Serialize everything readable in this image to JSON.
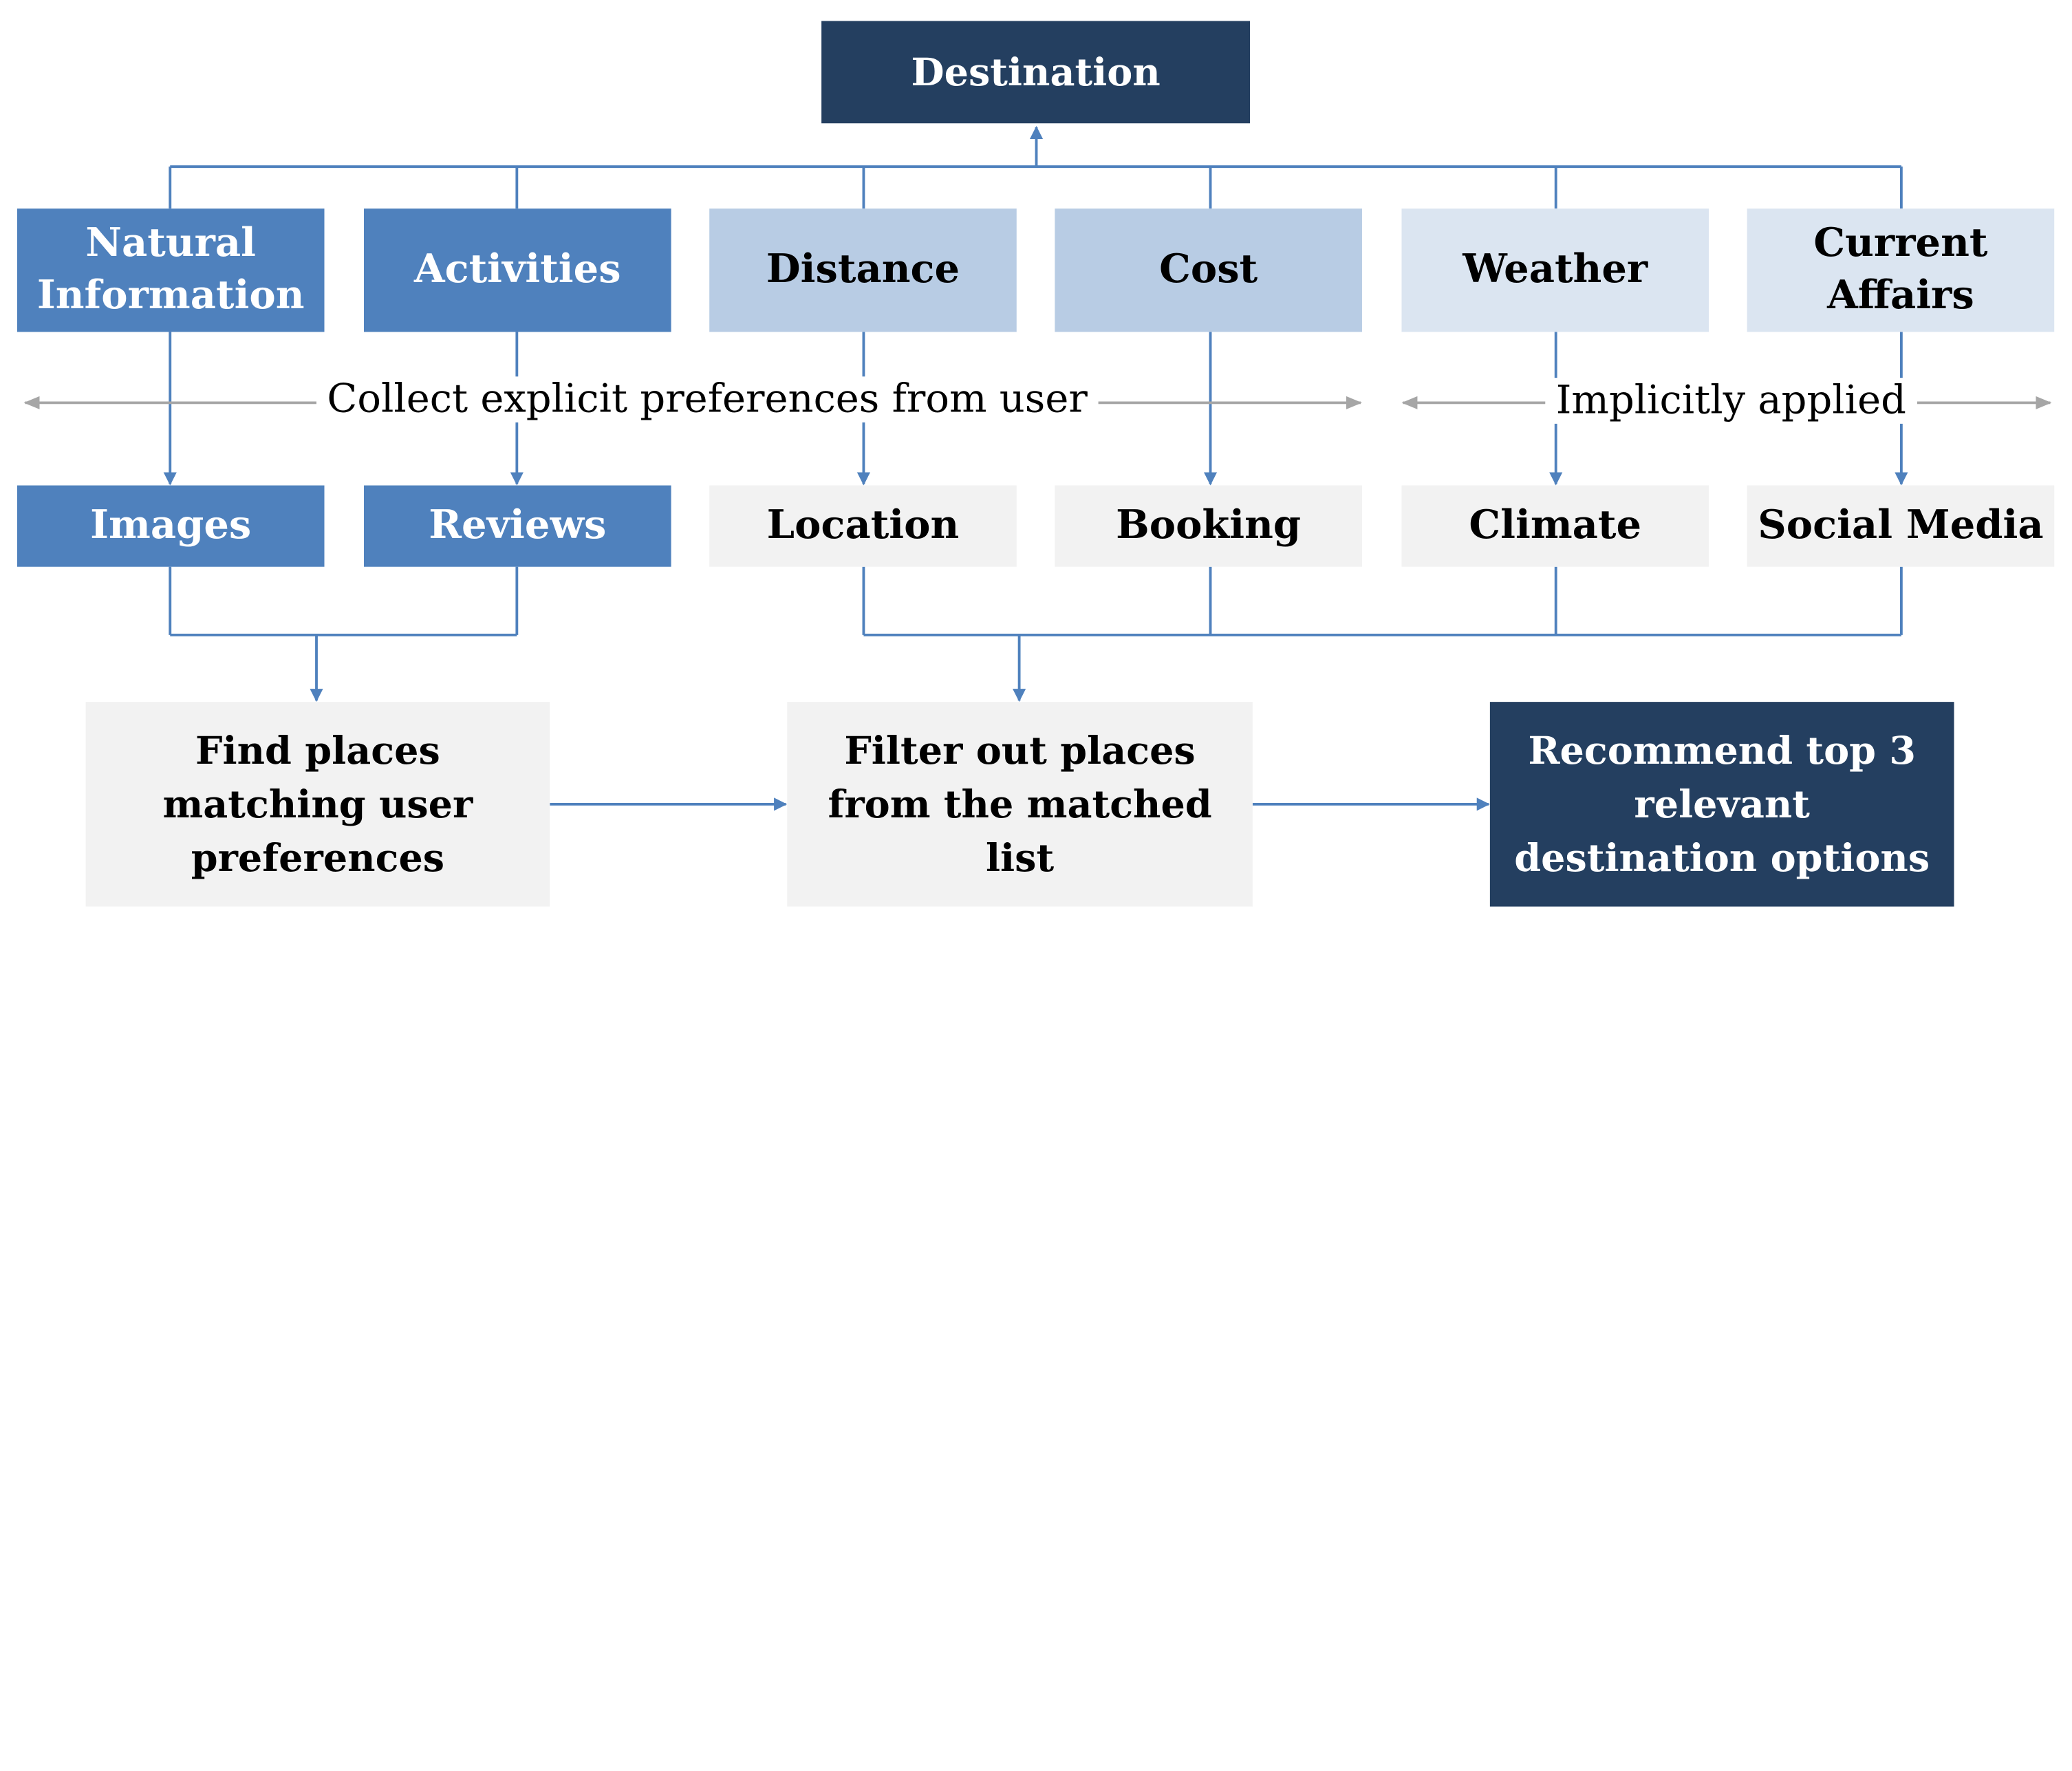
{
  "nodes": {
    "destination": "Destination",
    "natural_information": [
      "Natural",
      "Information"
    ],
    "activities": "Activities",
    "distance": "Distance",
    "cost": "Cost",
    "weather": "Weather",
    "current_affairs": [
      "Current",
      "Affairs"
    ],
    "images": "Images",
    "reviews": "Reviews",
    "location": "Location",
    "booking": "Booking",
    "climate": "Climate",
    "social_media": "Social Media",
    "find_places": [
      "Find places",
      "matching user",
      "preferences"
    ],
    "filter_places": [
      "Filter out places",
      "from the matched",
      "list"
    ],
    "recommend": [
      "Recommend top 3",
      "relevant",
      "destination options"
    ]
  },
  "labels": {
    "explicit": "Collect explicit preferences from user",
    "implicit": "Implicitly applied"
  },
  "colors": {
    "dark_navy": "#243f60",
    "medium_blue": "#4f81bd",
    "light_blue": "#b8cce4",
    "pale_blue": "#dbe5f1",
    "light_grey": "#f2f2f2",
    "connector_blue": "#4f81bd",
    "arrow_grey": "#a6a6a6"
  }
}
